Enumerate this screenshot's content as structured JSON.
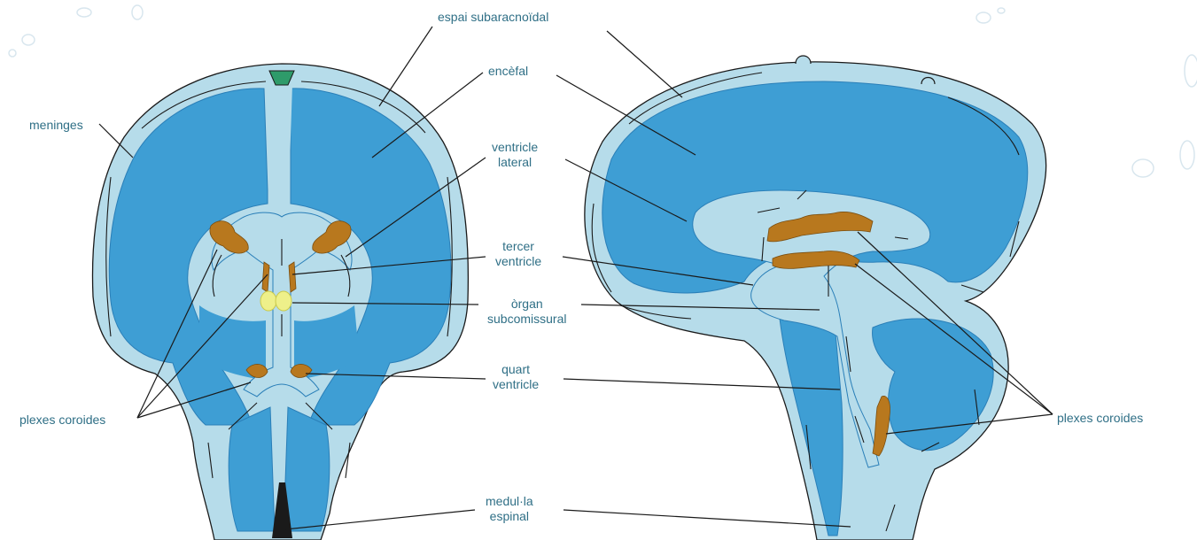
{
  "colors": {
    "outer_fluid": "#b6dcea",
    "brain_tissue": "#3e9ed4",
    "brain_edge": "#2a7fb8",
    "plexus": "#b8781e",
    "organ": "#eef08a",
    "label_text": "#2f6f86",
    "line": "#1a1a1a",
    "sinus": "#2e9b6a"
  },
  "labels": {
    "espai": [
      "espai subaracnoïdal"
    ],
    "encefal": [
      "encèfal"
    ],
    "meninges": [
      "meninges"
    ],
    "ventricle_lateral": [
      "ventricle",
      "lateral"
    ],
    "tercer_ventricle": [
      "tercer",
      "ventricle"
    ],
    "organ": [
      "òrgan",
      "subcomissural"
    ],
    "quart_ventricle": [
      "quart",
      "ventricle"
    ],
    "plexes_left": [
      "plexes coroides"
    ],
    "plexes_right": [
      "plexes coroides"
    ],
    "medulla": [
      "medul·la",
      "espinal"
    ]
  }
}
